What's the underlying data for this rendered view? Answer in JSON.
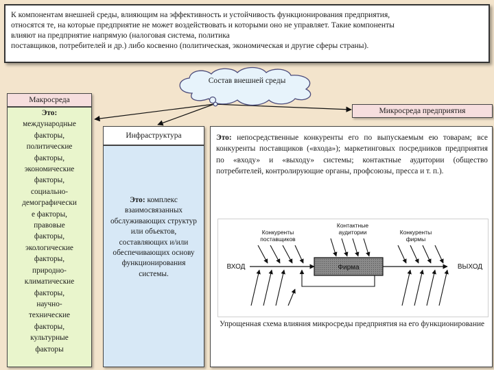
{
  "intro": {
    "line1": "К компонентам внешней среды, влияющим на эффективность и устойчивость функционирования предприятия,",
    "line2": "относятся те, на которые предприятие не может воздействовать и которыми оно не управляет. Такие компоненты",
    "line3": "влияют на предприятие напрямую (налоговая система, политика",
    "line4": "поставщиков, потребителей и др.) либо косвенно (политическая, экономическая и другие сферы страны)."
  },
  "cloud": {
    "label": "Состав внешней среды"
  },
  "macro": {
    "header": "Макросреда",
    "lead": "Это:",
    "lines": [
      "международные",
      "факторы,",
      "политические",
      "факторы,",
      "экономические",
      "факторы,",
      "социально-",
      "демографически",
      "е факторы,",
      "правовые",
      "факторы,",
      "экологические",
      "факторы,",
      "природно-",
      "климатические",
      "факторы,",
      "научно-",
      "технические",
      "факторы,",
      "культурные",
      "факторы"
    ]
  },
  "infra": {
    "header": "Инфраструктура",
    "lead": "Это:",
    "text": "комплекс взаимосвязанных обслуживающих структур или объектов, составляющих и/или обеспечивающих основу функционирования системы."
  },
  "micro": {
    "header": "Микросреда предприятия",
    "lead": "Это:",
    "text": "непосредственные конкуренты его по выпускаемым ею товарам; все конкуренты поставщиков («входа»); маркетинговых посредников предприятия по «входу» и «выходу» системы; контактные аудитории (общество потребителей, контролирующие органы, профсоюзы, пресса и т. п.).",
    "scheme": {
      "supplier_competitors": "Конкуренты поставщиков",
      "contact_audiences": "Контактные аудитории",
      "firm_competitors": "Конкуренты фирмы",
      "input": "ВХОД",
      "output": "ВЫХОД",
      "firm": "Фирма"
    },
    "caption": "Упрощенная схема влияния микросреды предприятия на его функционирование"
  }
}
